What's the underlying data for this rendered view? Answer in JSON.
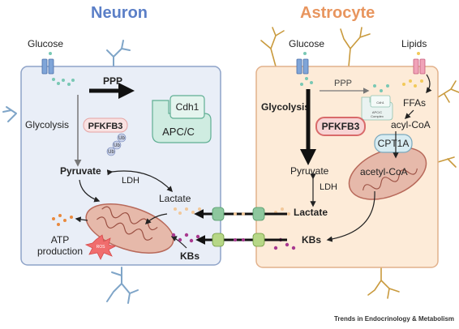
{
  "titles": {
    "neuron": "Neuron",
    "astrocyte": "Astrocyte"
  },
  "colors": {
    "neuron_title": "#5b7fc7",
    "astrocyte_title": "#e8955e",
    "neuron_fill": "#e9eef7",
    "neuron_stroke": "#8ea3c8",
    "astrocyte_fill": "#fdebd8",
    "astrocyte_stroke": "#e2b18b",
    "apc_fill": "#cfece1",
    "apc_stroke": "#5fae93",
    "pfkfb3_fill": "#f7d4d4",
    "pfkfb3_stroke": "#d96a6a",
    "cpt1a_fill": "#d8ecf2",
    "mito_fill": "#e6b9aa",
    "mito_stroke": "#b8695a",
    "glucose_dot": "#79c8b4",
    "lactate_dot": "#f2c89a",
    "kb_dot": "#a8388f",
    "atp_dot": "#e98a3e",
    "ros_fill": "#f06d6d",
    "transporter": "#8dc79e",
    "branch": "#7fa5c8",
    "astro_branch": "#c99a3d"
  },
  "neuron": {
    "glucose": "Glucose",
    "ppp": "PPP",
    "glycolysis": "Glycolysis",
    "pfkfb3": "PFKFB3",
    "ub": [
      "Ub",
      "Ub",
      "Ub"
    ],
    "cdh1": "Cdh1",
    "apc": "APC/C",
    "pyruvate": "Pyruvate",
    "ldh": "LDH",
    "lactate": "Lactate",
    "atp": "ATP",
    "production": "production",
    "ros": "ROS",
    "kbs": "KBs"
  },
  "astrocyte": {
    "glucose": "Glucose",
    "lipids": "Lipids",
    "ppp": "PPP",
    "glycolysis": "Glycolysis",
    "pfkfb3": "PFKFB3",
    "cdh1": "Cdh1",
    "apc": "APC/C",
    "complex": "Complex",
    "ffas": "FFAs",
    "acyl_coa": "acyl-CoA",
    "cpt1a": "CPT1A",
    "acetyl_coa": "acetyl-CoA",
    "pyruvate": "Pyruvate",
    "ldh": "LDH",
    "lactate": "Lactate",
    "kbs": "KBs"
  },
  "footer": "Trends in Endocrinology & Metabolism"
}
